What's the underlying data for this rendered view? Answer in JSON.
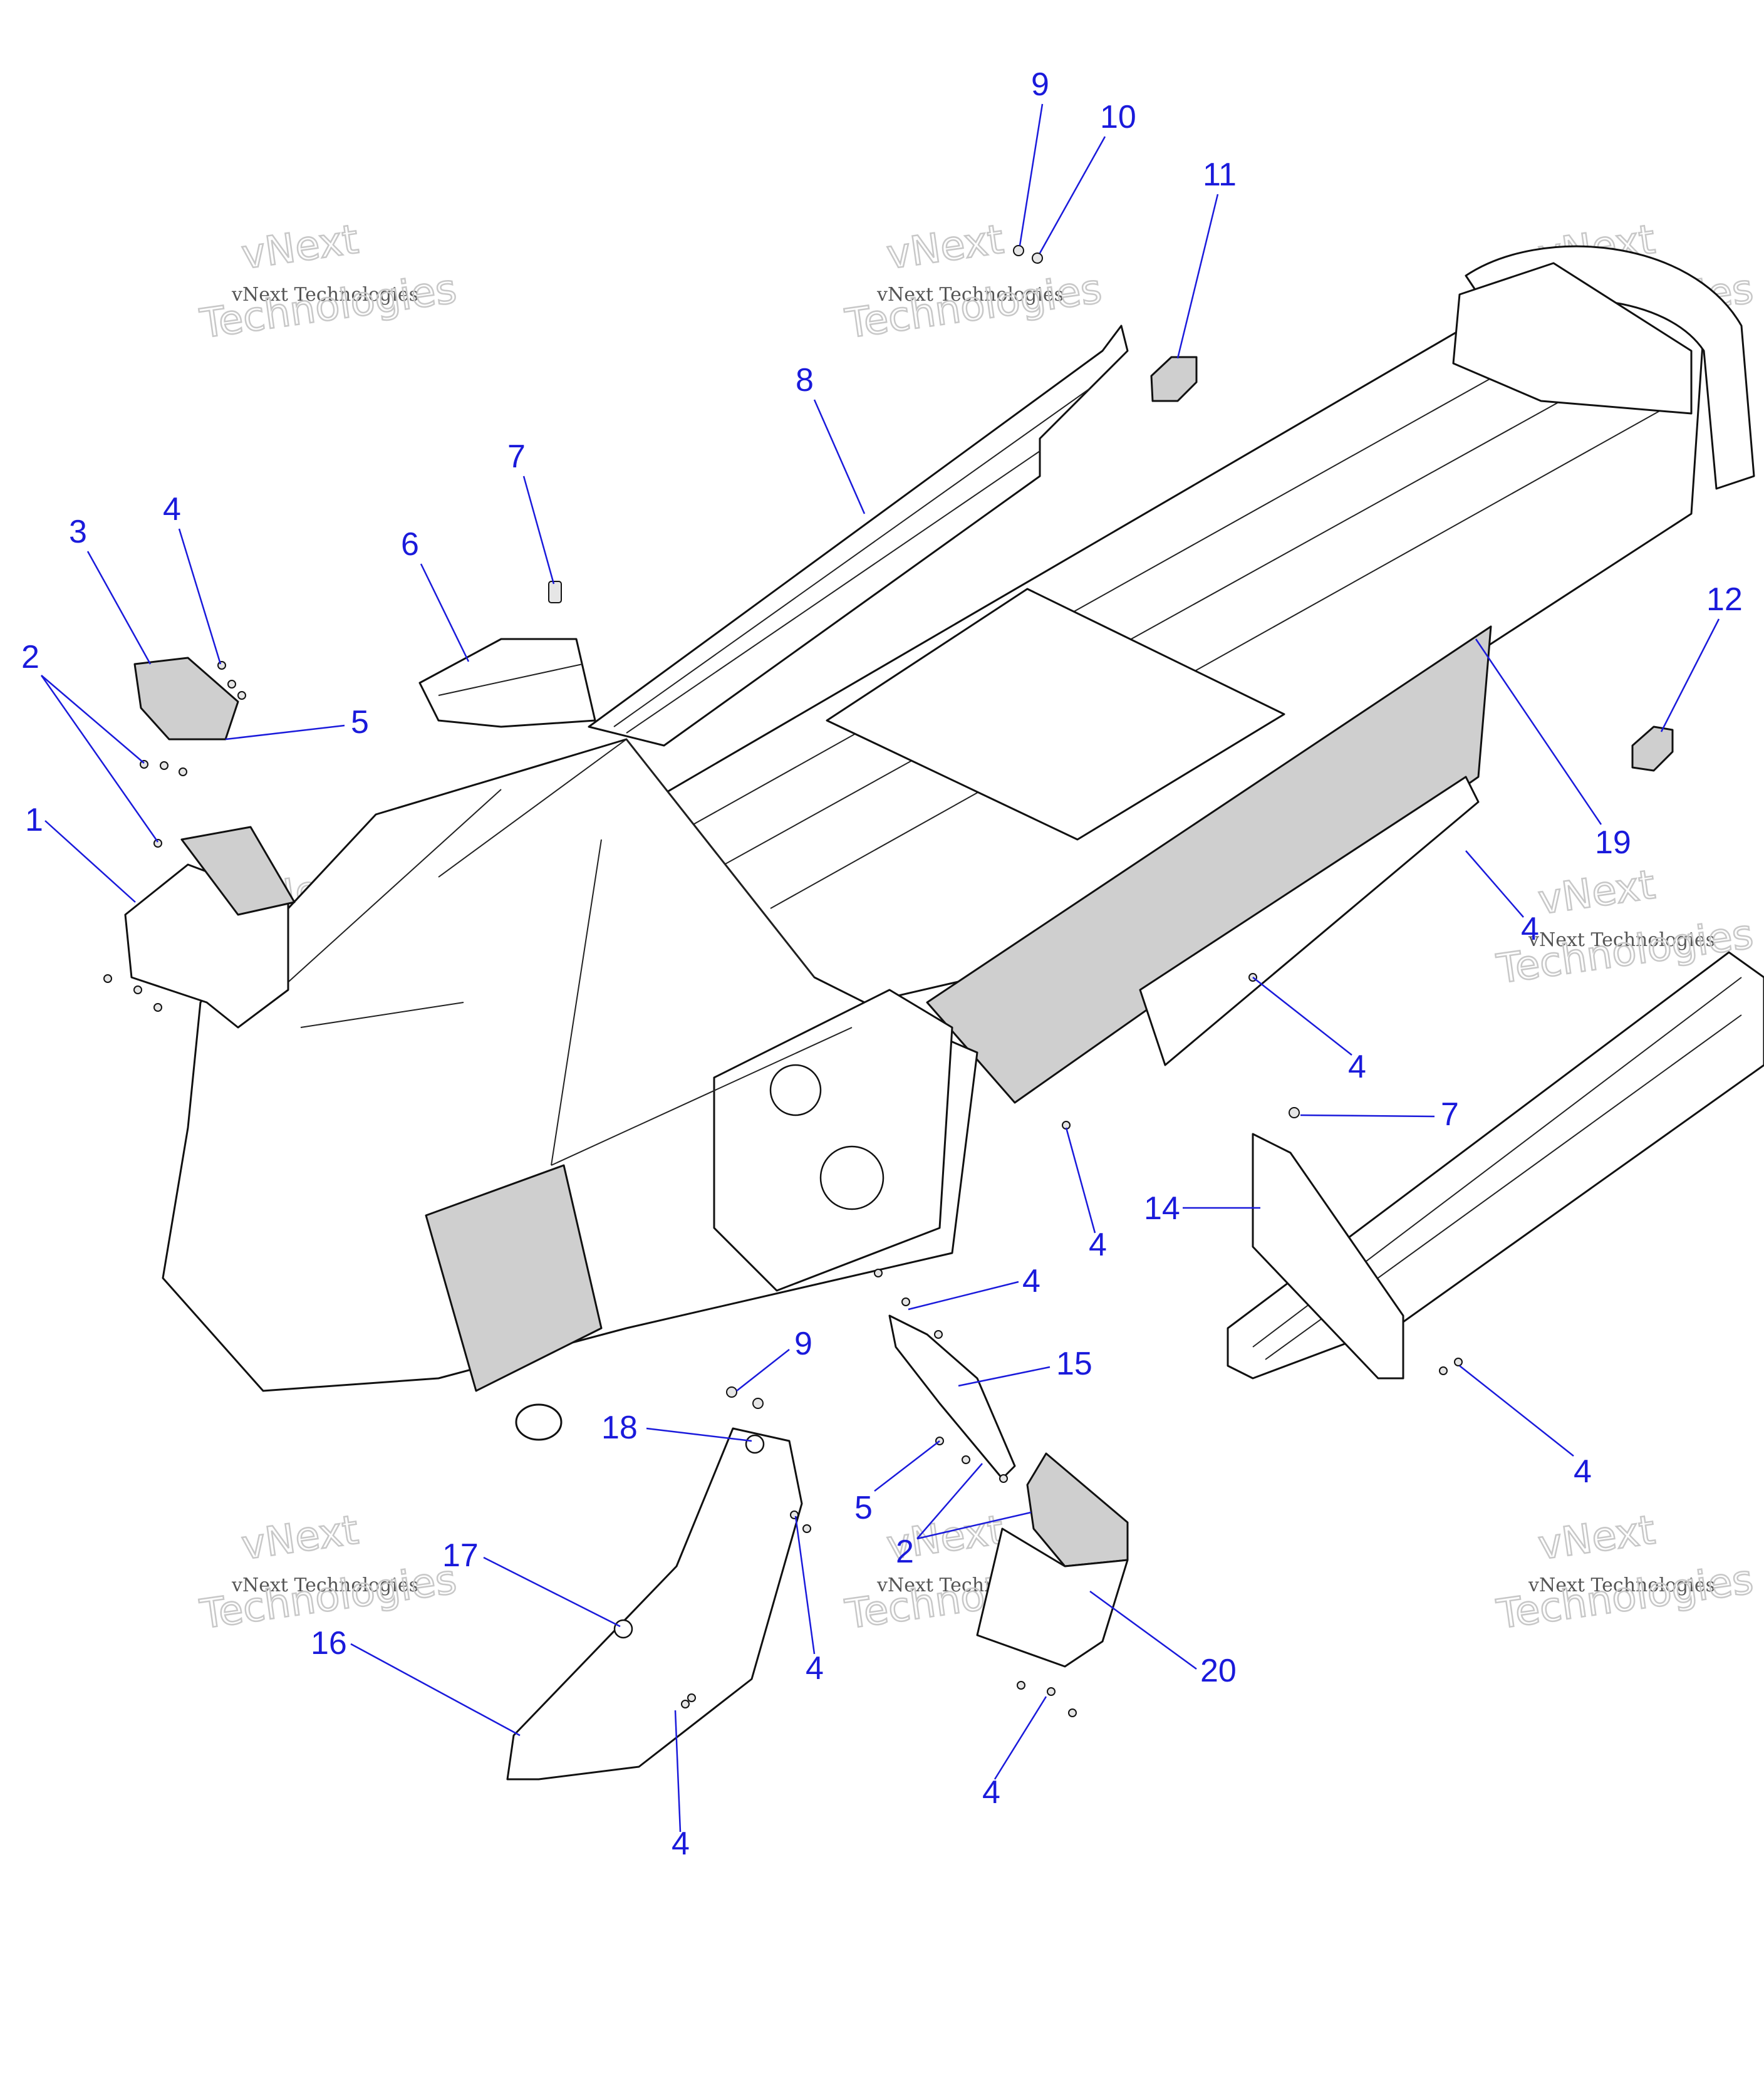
{
  "watermark": {
    "line1": "vNext",
    "line2": "vNext Technologies",
    "line3": "Technologies"
  },
  "callouts": [
    {
      "label": "1"
    },
    {
      "label": "2"
    },
    {
      "label": "3"
    },
    {
      "label": "4"
    },
    {
      "label": "5"
    },
    {
      "label": "6"
    },
    {
      "label": "7"
    },
    {
      "label": "8"
    },
    {
      "label": "9"
    },
    {
      "label": "10"
    },
    {
      "label": "11"
    },
    {
      "label": "4"
    },
    {
      "label": "12"
    },
    {
      "label": "19"
    },
    {
      "label": "4"
    },
    {
      "label": "4"
    },
    {
      "label": "7"
    },
    {
      "label": "14"
    },
    {
      "label": "4"
    },
    {
      "label": "4"
    },
    {
      "label": "4"
    },
    {
      "label": "9"
    },
    {
      "label": "15"
    },
    {
      "label": "18"
    },
    {
      "label": "5"
    },
    {
      "label": "2"
    },
    {
      "label": "17"
    },
    {
      "label": "16"
    },
    {
      "label": "4"
    },
    {
      "label": "20"
    },
    {
      "label": "4"
    },
    {
      "label": "4"
    }
  ],
  "colors": {
    "callout": "#1a1adb",
    "line": "#111111",
    "panel_fill": "#cfcfcf"
  }
}
